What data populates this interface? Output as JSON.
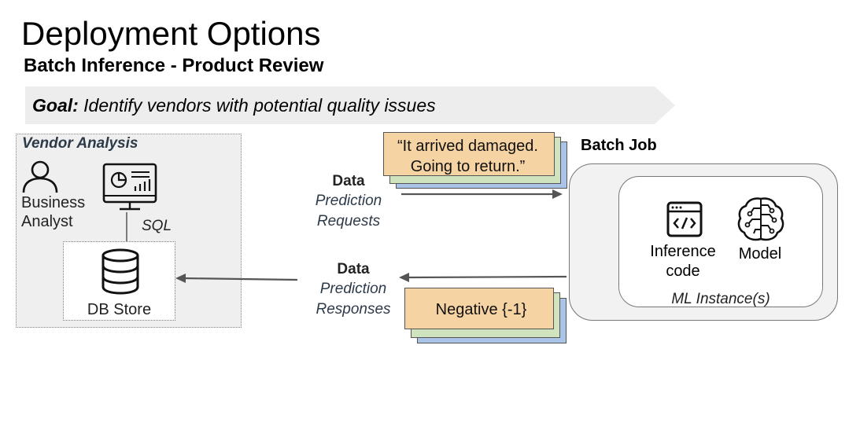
{
  "header": {
    "title": "Deployment Options",
    "subtitle": "Batch Inference - Product Review"
  },
  "goal": {
    "prefix": "Goal:",
    "text": "Identify vendors with potential quality issues"
  },
  "vendor_analysis": {
    "title": "Vendor Analysis",
    "analyst_line1": "Business",
    "analyst_line2": "Analyst",
    "sql_label": "SQL",
    "db_label": "DB Store"
  },
  "request_flow": {
    "card_line1": "“It arrived damaged.",
    "card_line2": "Going to return.”",
    "data_label": "Data",
    "caption_line1": "Prediction",
    "caption_line2": "Requests"
  },
  "response_flow": {
    "card_text": "Negative {-1}",
    "data_label": "Data",
    "caption_line1": "Prediction",
    "caption_line2": "Responses"
  },
  "batch_job": {
    "title": "Batch Job",
    "inference_line1": "Inference",
    "inference_line2": "code",
    "model_label": "Model",
    "ml_instance_label": "ML Instance(s)"
  },
  "colors": {
    "panel_gray": "#efefef",
    "card_orange": "#f6d3a3",
    "card_green": "#cfe3bf",
    "card_blue": "#a9c4e6",
    "arrow": "#555555"
  }
}
